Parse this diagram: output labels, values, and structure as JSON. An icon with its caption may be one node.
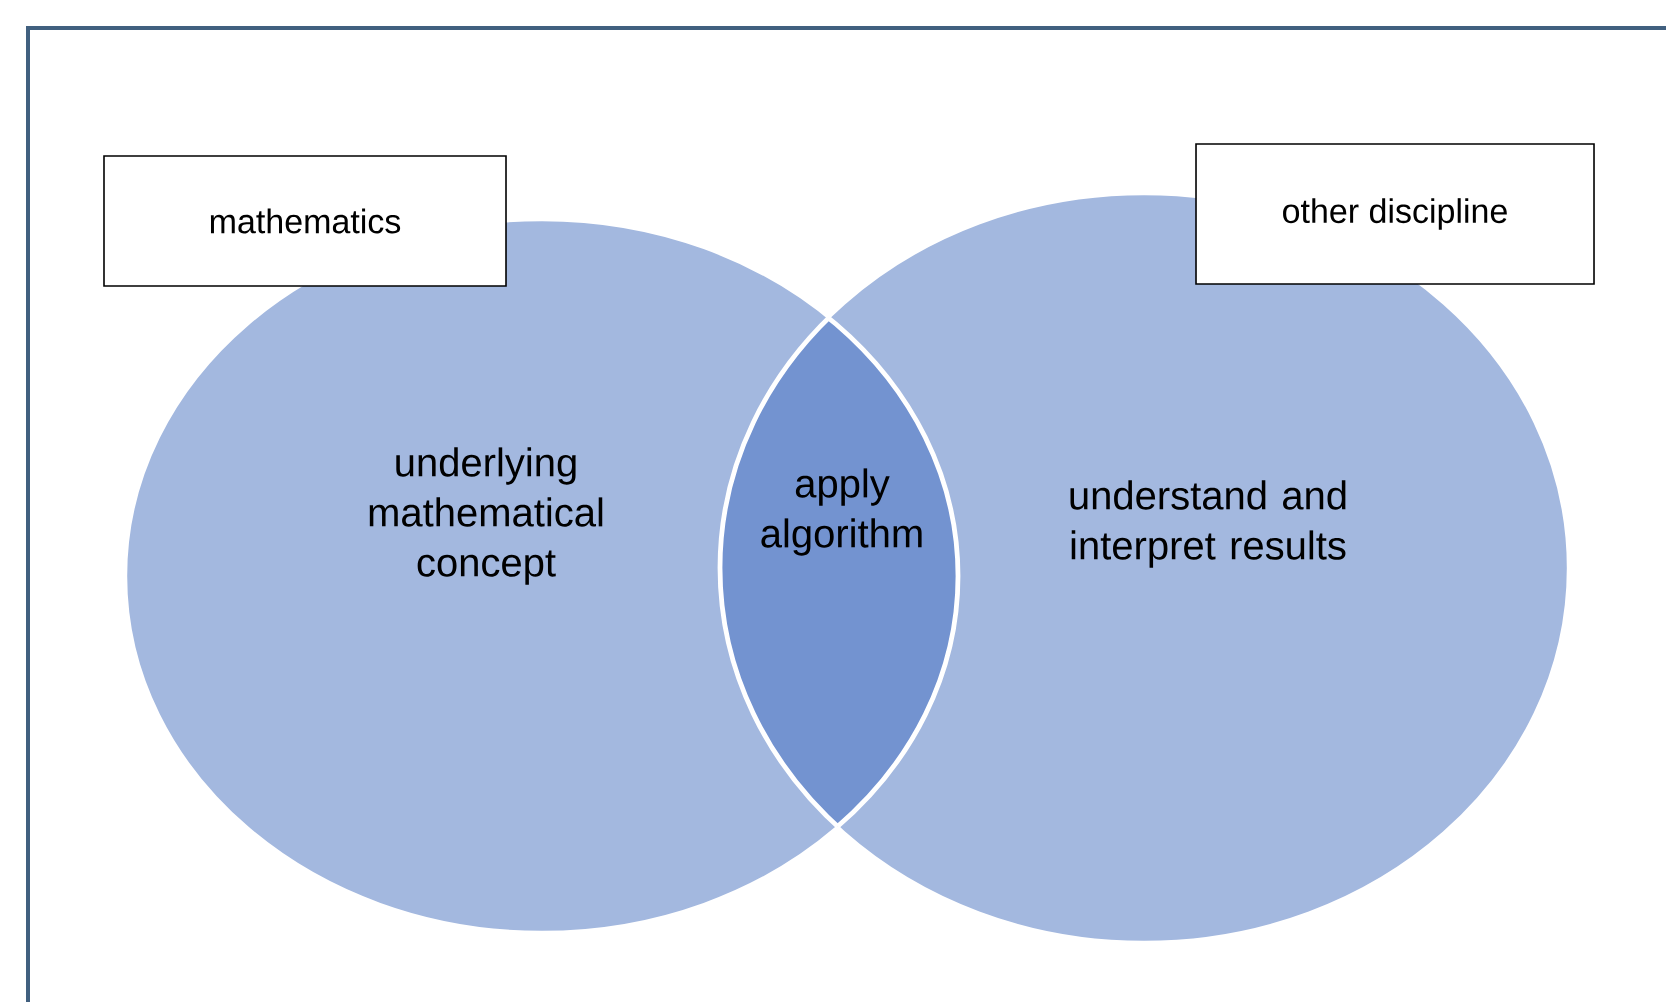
{
  "diagram": {
    "nodes": [
      {
        "text": [
          "mathematics"
        ]
      },
      {
        "text": [
          "other discipline"
        ]
      },
      {
        "text": [
          "underlying mathematical concept"
        ]
      },
      {
        "text": [
          "apply algorithm"
        ]
      },
      {
        "text": [
          "understand and interpret results"
        ]
      }
    ]
  }
}
